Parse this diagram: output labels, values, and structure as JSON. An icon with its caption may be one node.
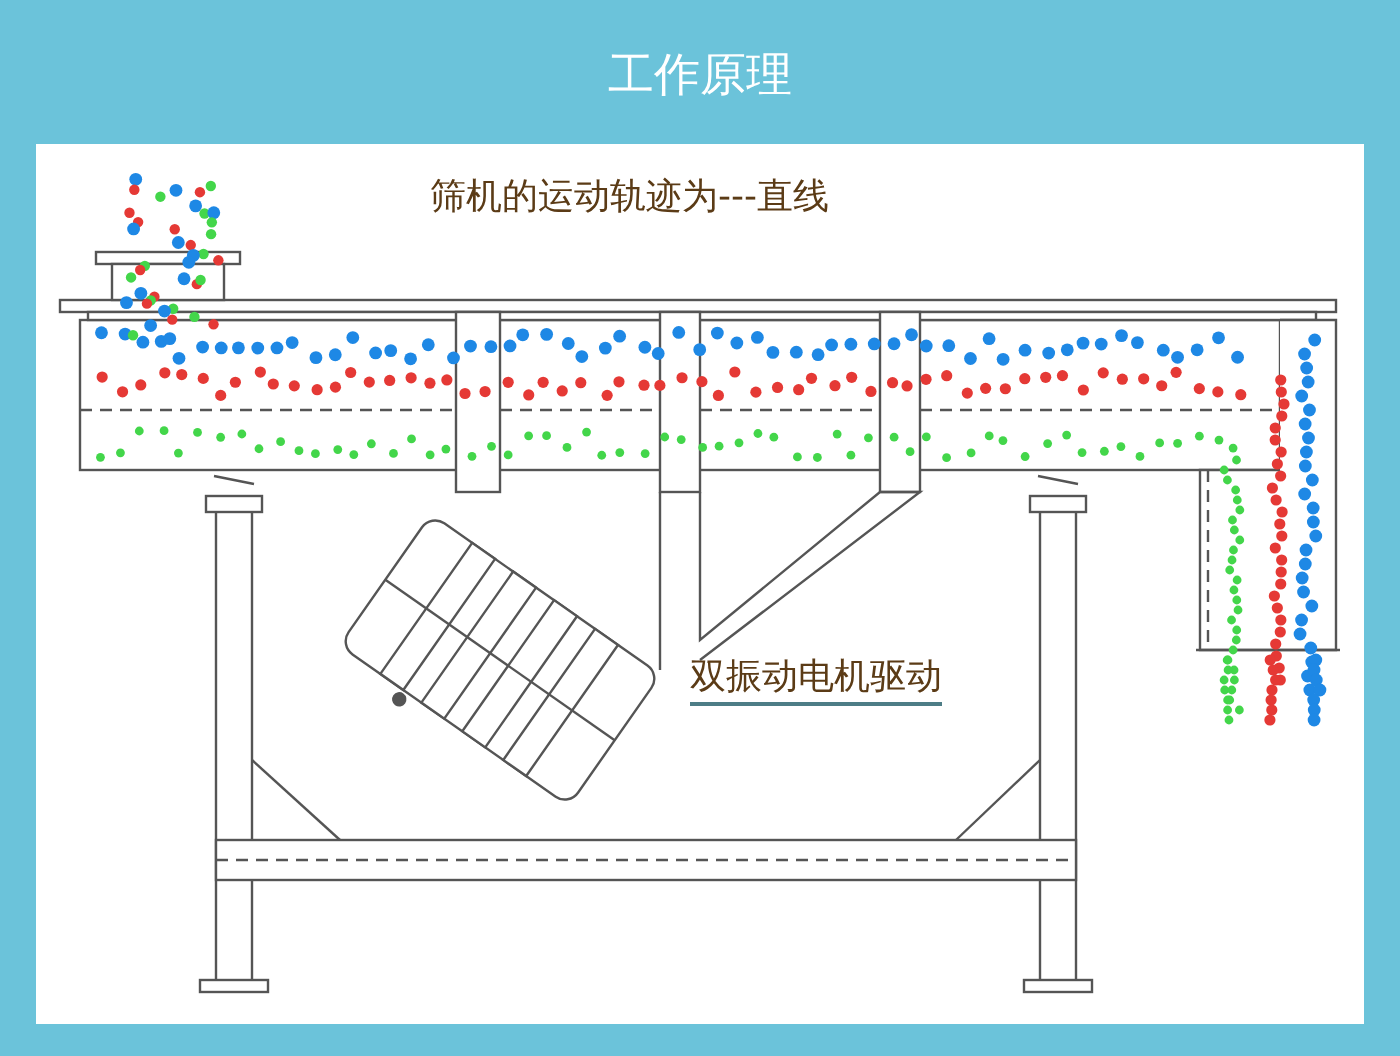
{
  "diagram": {
    "title": "工作原理",
    "labels": [
      "筛机的运动轨迹为---直线",
      "双振动电机驱动"
    ]
  }
}
